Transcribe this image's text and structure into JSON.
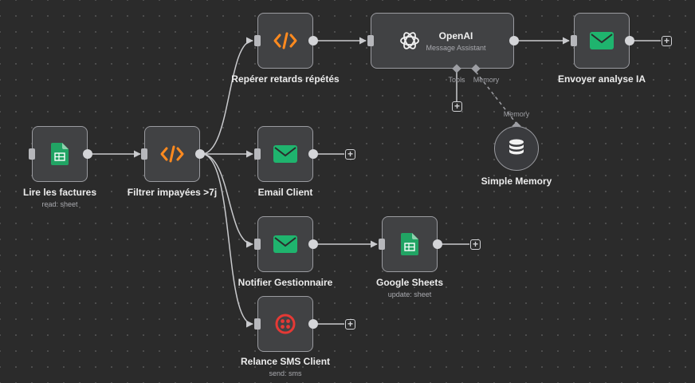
{
  "colors": {
    "canvas": "#2b2b2b",
    "node_bg": "#414244",
    "node_border": "#9a9ba0",
    "code_icon": "#ff8a1f",
    "email_icon": "#1fb46e",
    "sheets_icon": "#21a464",
    "twilio_icon": "#e53935",
    "edge": "#c9cacd"
  },
  "nodes": {
    "lire_factures": {
      "label": "Lire les factures",
      "subtitle": "read: sheet",
      "icon": "google-sheets-icon"
    },
    "filtrer": {
      "label": "Filtrer impayées >7j",
      "icon": "code-icon"
    },
    "reperer": {
      "label": "Repérer retards répétés",
      "icon": "code-icon"
    },
    "openai": {
      "title": "OpenAI",
      "subtitle": "Message Assistant",
      "icon": "openai-icon",
      "tools_label": "Tools",
      "memory_label": "Memory"
    },
    "envoyer": {
      "label": "Envoyer analyse IA",
      "icon": "email-icon"
    },
    "email_client": {
      "label": "Email Client",
      "icon": "email-icon"
    },
    "notifier": {
      "label": "Notifier Gestionnaire",
      "icon": "email-icon"
    },
    "google_sheets": {
      "label": "Google Sheets",
      "subtitle": "update: sheet",
      "icon": "google-sheets-icon"
    },
    "relance_sms": {
      "label": "Relance SMS Client",
      "subtitle": "send: sms",
      "icon": "twilio-icon"
    },
    "simple_memory": {
      "label": "Simple Memory",
      "port_label": "Memory",
      "icon": "database-icon"
    }
  },
  "plus_symbol": "+"
}
